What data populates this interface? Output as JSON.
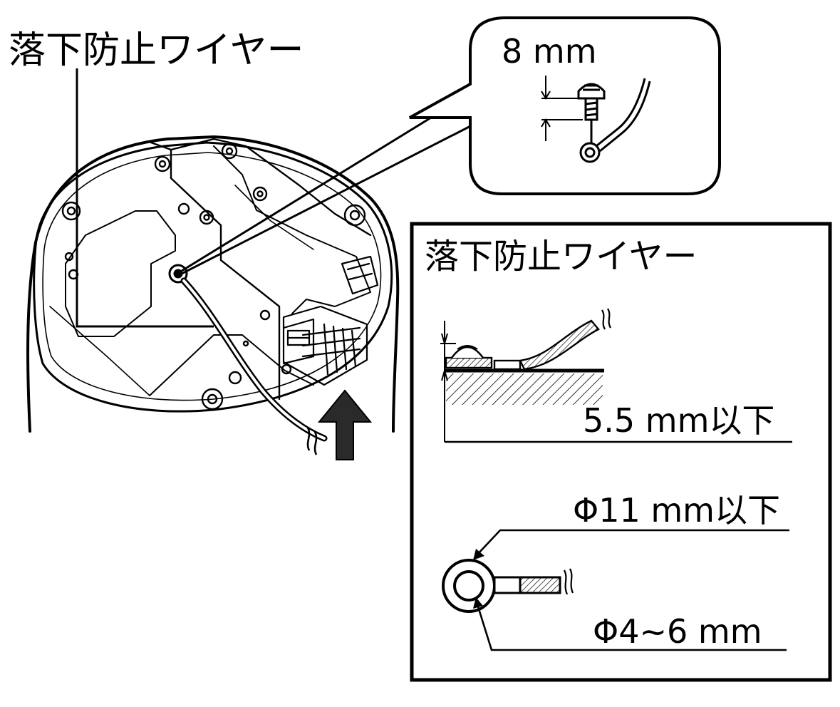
{
  "labels": {
    "main_callout": "落下防止ワイヤー",
    "zoom_screw_length": "8 mm",
    "detail_title": "落下防止ワイヤー",
    "thickness_limit": "5.5 mm以下",
    "ring_outer_diameter": "Φ11 mm以下",
    "ring_hole_diameter": "Φ4~6 mm"
  },
  "colors": {
    "line": "#000000",
    "fill_dark": "#2a2a2a",
    "background": "#ffffff"
  },
  "icons": {
    "arrow": "up-arrow-icon",
    "break_mark": "wire-break-icon"
  }
}
